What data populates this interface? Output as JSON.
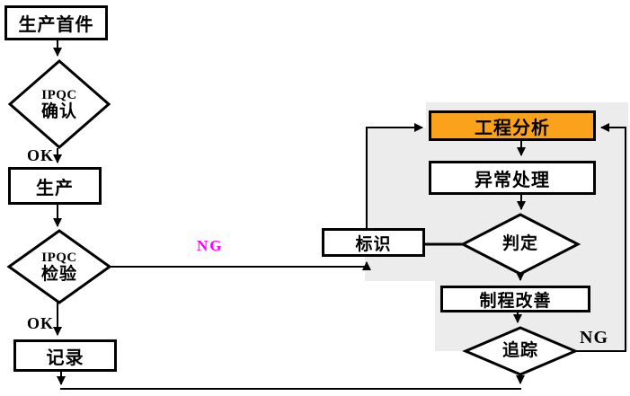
{
  "flowchart": {
    "nodes": {
      "first_piece": {
        "label": "生产首件",
        "shape": "rect"
      },
      "ipqc_confirm": {
        "line1": "IPQC",
        "line2": "确认",
        "shape": "diamond"
      },
      "production": {
        "label": "生产",
        "shape": "rect"
      },
      "ipqc_inspect": {
        "line1": "IPQC",
        "line2": "检验",
        "shape": "diamond"
      },
      "record": {
        "label": "记录",
        "shape": "rect"
      },
      "mark": {
        "label": "标识",
        "shape": "rect"
      },
      "engineering_analysis": {
        "label": "工程分析",
        "shape": "rect",
        "fill": "#FAA21B"
      },
      "exception_handling": {
        "label": "异常处理",
        "shape": "rect"
      },
      "judgment": {
        "label": "判定",
        "shape": "diamond"
      },
      "process_improvement": {
        "label": "制程改善",
        "shape": "rect"
      },
      "tracking": {
        "label": "追踪",
        "shape": "diamond"
      }
    },
    "edge_labels": {
      "ok_after_confirm": "OK",
      "ok_after_inspect": "OK",
      "ng_after_inspect": "NG",
      "ng_after_tracking": "NG"
    },
    "colors": {
      "highlighted_node_fill": "#FAA21B",
      "ng_after_inspect_color": "#FF00FF",
      "line_color": "#000000",
      "shaded_region_fill": "#ECECEC",
      "background": "#FFFFFF"
    }
  }
}
